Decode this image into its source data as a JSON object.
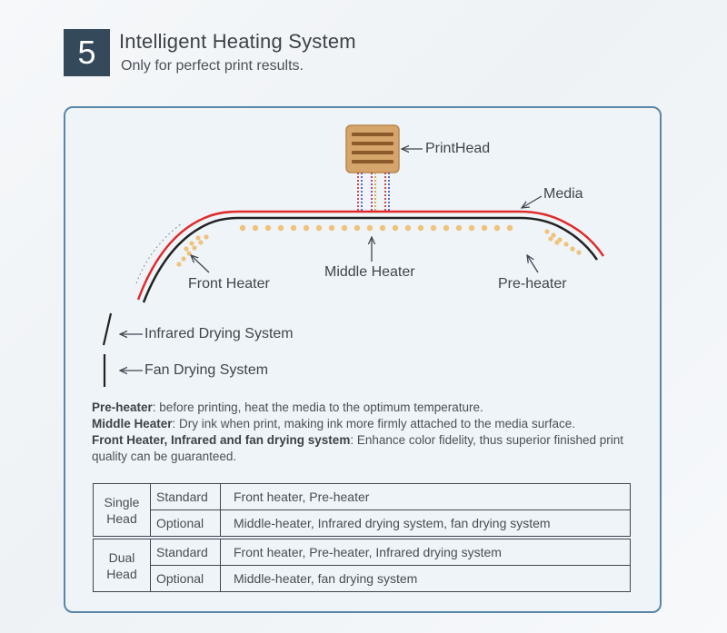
{
  "header": {
    "number": "5",
    "title": "Intelligent Heating System",
    "subtitle": "Only for perfect print results."
  },
  "diagram": {
    "printhead": "PrintHead",
    "media": "Media",
    "front_heater": "Front Heater",
    "middle_heater": "Middle Heater",
    "pre_heater": "Pre-heater",
    "infrared": "Infrared Drying System",
    "fan": "Fan Drying System"
  },
  "descriptions": [
    {
      "term": "Pre-heater",
      "text": ": before printing, heat the media to the optimum temperature."
    },
    {
      "term": "Middle Heater",
      "text": ": Dry ink when print, making ink more firmly attached to the media surface."
    },
    {
      "term": "Front Heater, Infrared and fan drying system",
      "text": ": Enhance color fidelity, thus superior finished print quality can be guaranteed."
    }
  ],
  "table": {
    "groups": [
      {
        "name_line1": "Single",
        "name_line2": "Head",
        "rows": [
          {
            "kind": "Standard",
            "value": "Front heater, Pre-heater"
          },
          {
            "kind": "Optional",
            "value": "Middle-heater, Infrared drying system, fan drying system"
          }
        ]
      },
      {
        "name_line1": "Dual",
        "name_line2": "Head",
        "rows": [
          {
            "kind": "Standard",
            "value": "Front heater, Pre-heater, Infrared drying system"
          },
          {
            "kind": "Optional",
            "value": "Middle-heater, fan drying system"
          }
        ]
      }
    ]
  },
  "colors": {
    "badge": "#34495a",
    "border": "#5a86a8",
    "media_red": "#e02a2a",
    "heater_dot": "#f0c27a",
    "printhead": "#d6a56b"
  }
}
